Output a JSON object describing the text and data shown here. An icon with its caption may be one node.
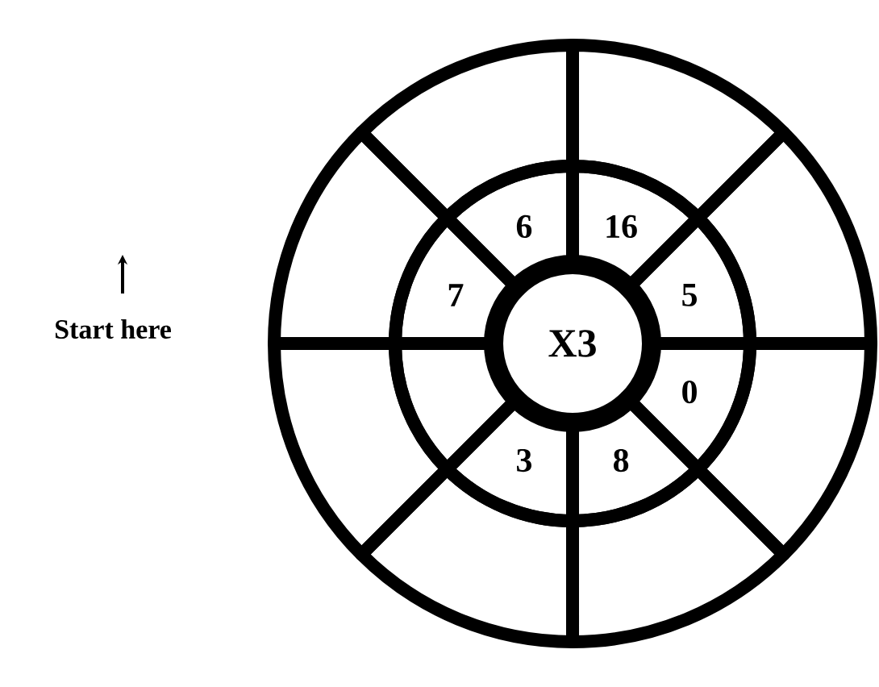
{
  "diagram": {
    "nodes": [
      {
        "text": [
          "X3"
        ]
      },
      {
        "text": [
          "16"
        ]
      },
      {
        "text": [
          "5"
        ]
      },
      {
        "text": [
          "0"
        ]
      },
      {
        "text": [
          "8"
        ]
      },
      {
        "text": [
          "3"
        ]
      },
      {
        "text": [],
        "shape": "sector"
      },
      {
        "text": [
          "7"
        ]
      },
      {
        "text": [
          "6"
        ]
      },
      {
        "text": [],
        "shape": "sector"
      },
      {
        "text": [],
        "shape": "sector"
      },
      {
        "text": [],
        "shape": "sector"
      },
      {
        "text": [],
        "shape": "sector"
      },
      {
        "text": [],
        "shape": "sector"
      },
      {
        "text": [],
        "shape": "sector"
      },
      {
        "text": [],
        "shape": "sector"
      },
      {
        "text": [],
        "shape": "sector"
      }
    ],
    "labels": [
      "Start here"
    ]
  }
}
